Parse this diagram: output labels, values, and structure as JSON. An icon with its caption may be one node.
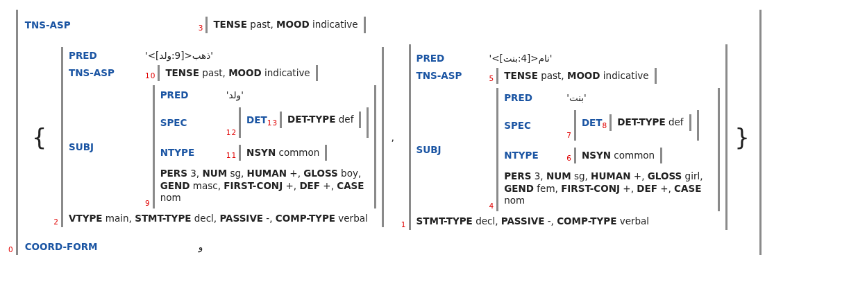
{
  "diagram": {
    "nodes": [
      {
        "text": [
          "TNS-ASP",
          "COORD-FORM",
          "و"
        ],
        "beside": [
          "0"
        ]
      },
      {
        "text": [
          "**TENSE** past, **MOOD** indicative"
        ],
        "beside": [
          "3"
        ],
        "in": 0
      },
      {
        "text": [
          "PRED",
          "'ذهب<[9:ولد]>'",
          "TNS-ASP",
          "SUBJ",
          "**VTYPE** main, **STMT-TYPE** decl, **PASSIVE** -, **COMP-TYPE** verbal"
        ],
        "beside": [
          "2"
        ],
        "in": 0
      },
      {
        "text": [
          "**TENSE** past, **MOOD** indicative"
        ],
        "beside": [
          "10"
        ],
        "in": 2
      },
      {
        "text": [
          "PRED",
          "'ولد'",
          "SPEC",
          "NTYPE",
          "**PERS** 3, **NUM** sg, **HUMAN** +, **GLOSS** boy, **GEND** masc, **FIRST-CONJ** +, **DEF** +, **CASE** nom"
        ],
        "beside": [
          "9"
        ],
        "in": 2
      },
      {
        "text": [
          "DET"
        ],
        "beside": [
          "12"
        ],
        "in": 4
      },
      {
        "text": [
          "**DET-TYPE** def"
        ],
        "beside": [
          "13"
        ],
        "in": 5
      },
      {
        "text": [
          "**NSYN** common"
        ],
        "beside": [
          "11"
        ],
        "in": 4
      },
      {
        "text": [
          "PRED",
          "'نام<[4:بنت]>'",
          "TNS-ASP",
          "SUBJ",
          "**STMT-TYPE** decl, **PASSIVE** -, **COMP-TYPE** verbal"
        ],
        "beside": [
          "1"
        ],
        "in": 0
      },
      {
        "text": [
          "**TENSE** past, **MOOD** indicative"
        ],
        "beside": [
          "5"
        ],
        "in": 8
      },
      {
        "text": [
          "PRED",
          "'بنت'",
          "SPEC",
          "NTYPE",
          "**PERS** 3, **NUM** sg, **HUMAN** +, **GLOSS** girl, **GEND** fem, **FIRST-CONJ** +, **DEF** +, **CASE** nom"
        ],
        "beside": [
          "4"
        ],
        "in": 8
      },
      {
        "text": [
          "DET"
        ],
        "beside": [
          "7"
        ],
        "in": 10
      },
      {
        "text": [
          "**DET-TYPE** def"
        ],
        "beside": [
          "8"
        ],
        "in": 11
      },
      {
        "text": [
          "**NSYN** common"
        ],
        "beside": [
          "6"
        ],
        "in": 10
      }
    ],
    "labels": [
      "{",
      ",",
      "}"
    ]
  }
}
